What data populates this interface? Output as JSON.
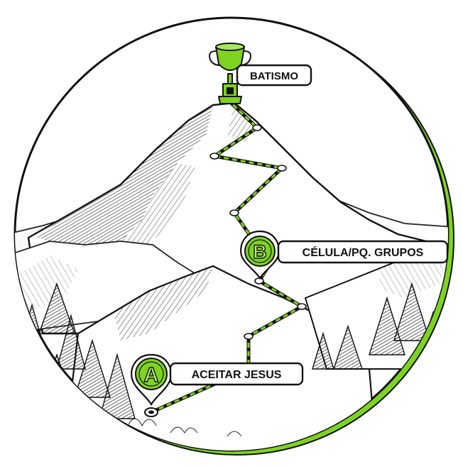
{
  "labels": {
    "summit": "BATISMO",
    "checkpoint_b": "CÉLULA/PQ. GRUPOS",
    "checkpoint_a": "ACEITAR JESUS"
  },
  "markers": {
    "a_letter": "A",
    "b_letter": "B"
  },
  "icons": {
    "summit": "trophy-icon",
    "start": "start-point-icon"
  },
  "colors": {
    "accent_green": "#7ed321",
    "dark_green": "#3e7d12",
    "ink": "#111111",
    "paper": "#ffffff"
  }
}
